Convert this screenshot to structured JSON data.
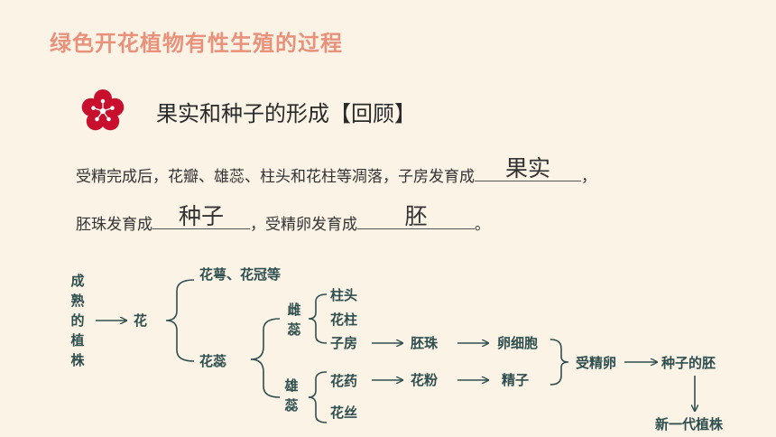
{
  "title": "绿色开花植物有性生殖的过程",
  "subtitle": "果实和种子的形成【回顾】",
  "sentence1": {
    "text": "受精完成后，花瓣、雄蕊、柱头和花柱等凋落，子房发育成",
    "answer": "果实",
    "end": "，"
  },
  "sentence2": {
    "part1": "胚珠发育成",
    "answer1": "种子",
    "part2": "，受精卵发育成",
    "answer2": "胚",
    "end": "。"
  },
  "diagram": {
    "plant": [
      "成",
      "熟",
      "的",
      "植",
      "株"
    ],
    "flower": "花",
    "sepal_petal": "花萼、花冠等",
    "stamen_pistil": "花蕊",
    "pistil": [
      "雌",
      "蕊"
    ],
    "stigma": "柱头",
    "style": "花柱",
    "ovary": "子房",
    "stamen": [
      "雄",
      "蕊"
    ],
    "anther": "花药",
    "filament": "花丝",
    "ovule": "胚珠",
    "pollen": "花粉",
    "egg": "卵细胞",
    "sperm": "精子",
    "zygote": "受精卵",
    "embryo": "种子的胚",
    "new_plant": "新一代植株"
  }
}
